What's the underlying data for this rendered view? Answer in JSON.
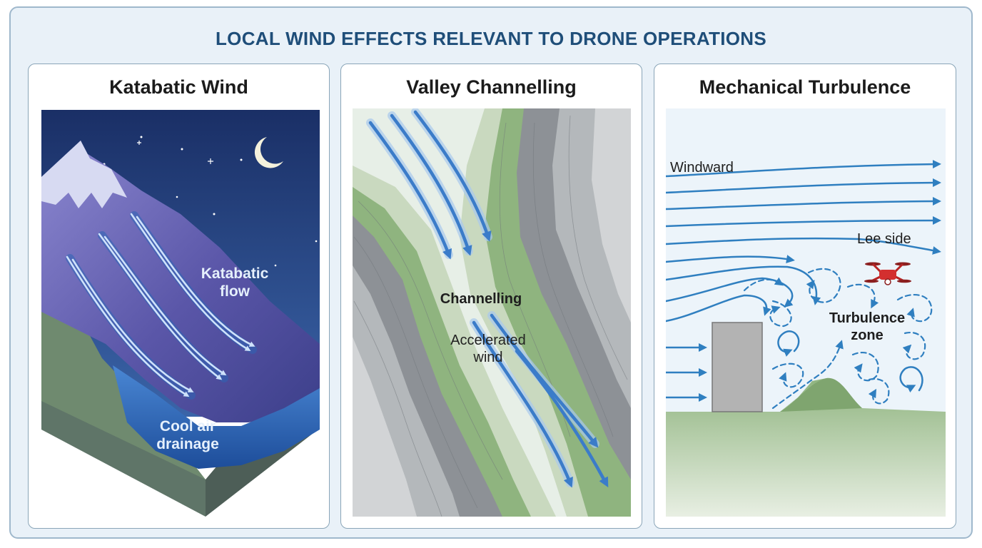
{
  "title": "LOCAL WIND EFFECTS RELEVANT TO DRONE OPERATIONS",
  "panels": [
    {
      "title": "Katabatic Wind",
      "labels": {
        "flow_line1": "Katabatic",
        "flow_line2": "flow",
        "drain_line1": "Cool air",
        "drain_line2": "drainage"
      }
    },
    {
      "title": "Valley Channelling",
      "labels": {
        "channelling": "Channelling",
        "accel_line1": "Accelerated",
        "accel_line2": "wind"
      }
    },
    {
      "title": "Mechanical Turbulence",
      "labels": {
        "windward": "Windward",
        "lee": "Lee side",
        "turb_line1": "Turbulence",
        "turb_line2": "zone"
      }
    }
  ],
  "icons": [
    "moon-icon",
    "star-icon",
    "mountain-icon",
    "drone-icon",
    "building-icon",
    "hill-icon"
  ],
  "colors": {
    "title_blue": "#1f4e79",
    "night_sky": "#1a2f66",
    "flow_arrow": "#3f7fc8",
    "terrain_green": "#8fb47f",
    "terrain_gray": "#8d9196",
    "drone_red": "#d32f2f"
  }
}
